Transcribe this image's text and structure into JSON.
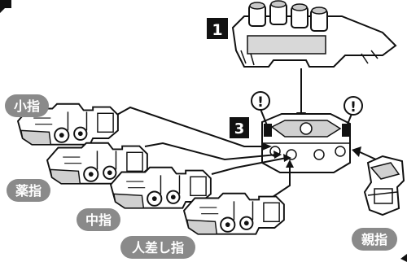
{
  "steps": {
    "step_1": "1",
    "step_3": "3"
  },
  "labels": {
    "little_finger": "小指",
    "ring_finger": "薬指",
    "middle_finger": "中指",
    "index_finger": "人差し指",
    "thumb": "親指"
  },
  "caution_mark": "!",
  "colors": {
    "label_fill": "#8a8a8a",
    "badge_fill": "#111111",
    "part_fill": "#ffffff",
    "outline": "#111111",
    "shade": "#c9c9c9"
  }
}
